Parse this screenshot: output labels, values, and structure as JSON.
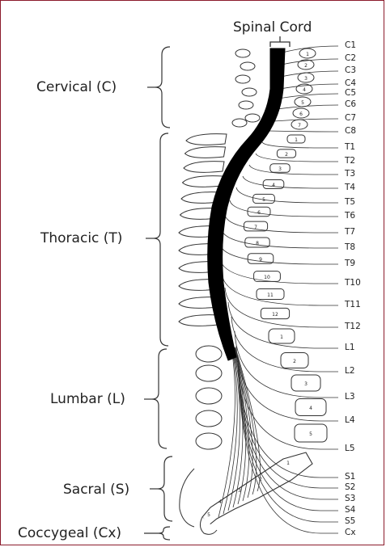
{
  "title": "Spinal Cord",
  "regions": [
    {
      "key": "cervical",
      "label": "Cervical (C)"
    },
    {
      "key": "thoracic",
      "label": "Thoracic (T)"
    },
    {
      "key": "lumbar",
      "label": "Lumbar (L)"
    },
    {
      "key": "sacral",
      "label": "Sacral (S)"
    },
    {
      "key": "coccygeal",
      "label": "Coccygeal (Cx)"
    }
  ],
  "vertebra_labels": [
    "C1",
    "C2",
    "C3",
    "C4",
    "C5",
    "C6",
    "C7",
    "C8",
    "T1",
    "T2",
    "T3",
    "T4",
    "T5",
    "T6",
    "T7",
    "T8",
    "T9",
    "T10",
    "T11",
    "T12",
    "L1",
    "L2",
    "L3",
    "L4",
    "L5",
    "S1",
    "S2",
    "S3",
    "S4",
    "S5",
    "Cx"
  ],
  "vertebra_numbers": {
    "cervical": [
      "1",
      "2",
      "3",
      "4",
      "5",
      "6",
      "7"
    ],
    "thoracic": [
      "1",
      "2",
      "3",
      "4",
      "5",
      "6",
      "7",
      "8",
      "9",
      "10",
      "11",
      "12"
    ],
    "lumbar": [
      "1",
      "2",
      "3",
      "4",
      "5"
    ],
    "sacral": [
      "1",
      "2",
      "3",
      "4",
      "5"
    ]
  },
  "colors": {
    "frame": "#8b1a2b",
    "cord": "#000000",
    "line": "#333333"
  }
}
